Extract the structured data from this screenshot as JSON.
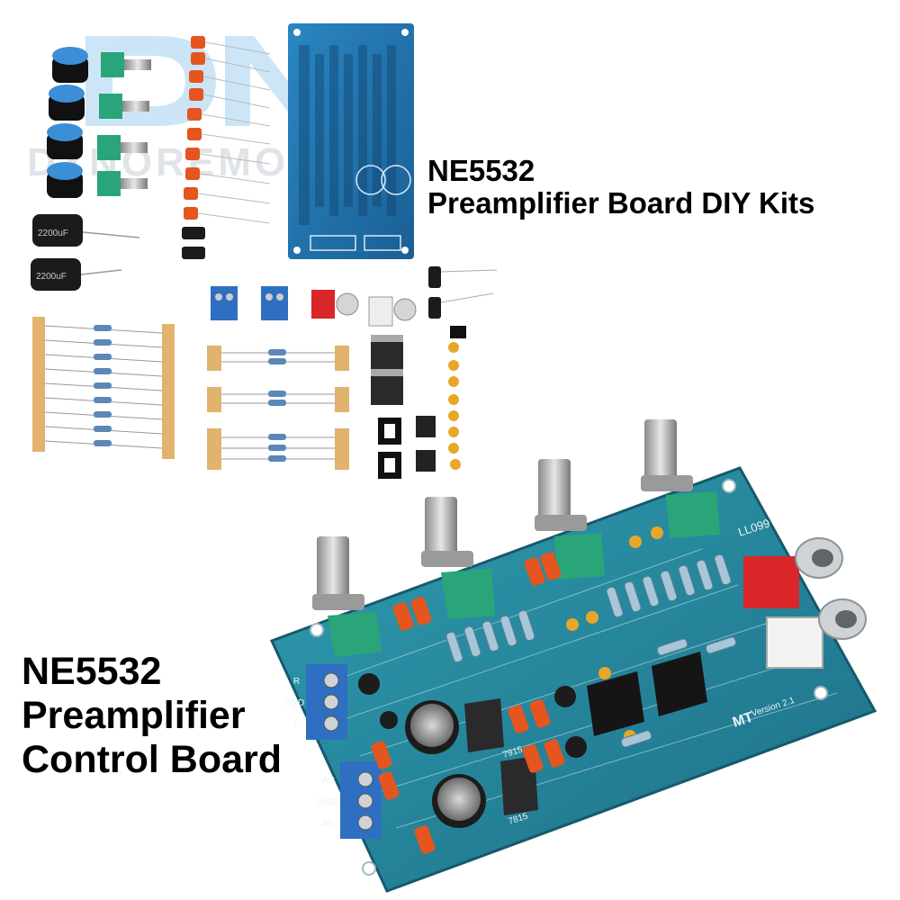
{
  "watermark": {
    "logo_letters": "DN",
    "text": "DYNOREMOTORS"
  },
  "kit_caption": {
    "line1": "NE5532",
    "line2": "Preamplifier Board DIY Kits"
  },
  "board_caption": {
    "line1": "NE5532",
    "line2": "Preamplifier",
    "line3": "Control Board"
  },
  "board_silkscreen": {
    "model": "LL099",
    "brand": "MT",
    "version": "Version 2.1",
    "regulator_pos": "7815",
    "regulator_neg": "7915",
    "terminal_audio": [
      "R",
      "GND",
      "L"
    ],
    "terminal_power": [
      "AC",
      "GND",
      "AC"
    ]
  },
  "colors": {
    "pcb_blue": "#1f7ea8",
    "pcb_teal": "#2c8fa0",
    "pot_green": "#2aa57a",
    "cap_orange": "#e4551f",
    "resistor_beige": "#a9c6d8",
    "rca_red": "#d8262b",
    "terminal_blue": "#2f6fc2"
  }
}
